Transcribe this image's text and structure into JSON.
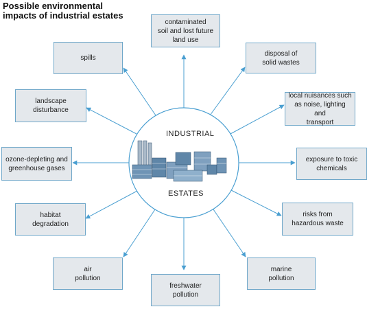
{
  "title": "Possible environmental\nimpacts of industrial estates",
  "center": {
    "top_label": "INDUSTRIAL",
    "bottom_label": "ESTATES",
    "illustration": "industrial-buildings-icon"
  },
  "impacts": [
    {
      "id": "contaminated-soil",
      "label": "contaminated\nsoil and lost future\nland use"
    },
    {
      "id": "disposal-solid-wastes",
      "label": "disposal of\nsolid wastes"
    },
    {
      "id": "local-nuisances",
      "label": "local nuisances such\nas noise, lighting and\ntransport"
    },
    {
      "id": "toxic-chemicals",
      "label": "exposure to toxic\nchemicals"
    },
    {
      "id": "hazardous-waste",
      "label": "risks from\nhazardous waste"
    },
    {
      "id": "marine-pollution",
      "label": "marine\npollution"
    },
    {
      "id": "freshwater-pollution",
      "label": "freshwater\npollution"
    },
    {
      "id": "air-pollution",
      "label": "air\npollution"
    },
    {
      "id": "habitat-degradation",
      "label": "habitat\ndegradation"
    },
    {
      "id": "ozone-greenhouse",
      "label": "ozone-depleting and\ngreenhouse gases"
    },
    {
      "id": "landscape-disturbance",
      "label": "landscape\ndisturbance"
    },
    {
      "id": "spills",
      "label": "spills"
    }
  ],
  "colors": {
    "arrow": "#4a9fd1",
    "box_fill": "#e4e8ec",
    "box_border": "#6fa7c9",
    "building": "#5f86a8"
  }
}
